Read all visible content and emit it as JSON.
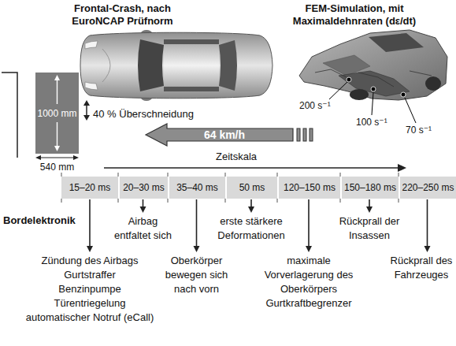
{
  "diagram": {
    "nodes": [
      {
        "text": [
          "1000 mm"
        ]
      },
      {
        "text": [
          "15–20 ms"
        ]
      },
      {
        "text": [
          "20–30 ms"
        ]
      },
      {
        "text": [
          "35–40 ms"
        ]
      },
      {
        "text": [
          "50 ms"
        ]
      },
      {
        "text": [
          "120–150 ms"
        ]
      },
      {
        "text": [
          "150–180 ms"
        ]
      },
      {
        "text": [
          "220–250 ms"
        ]
      },
      {
        "text": [
          "Zündung des Airbags",
          "Gurtstraffer",
          "Benzinpumpe",
          "Türentriegelung",
          "automatischer Notruf (eCall)"
        ]
      },
      {
        "text": [
          "Airbag entfaltet sich"
        ]
      },
      {
        "text": [
          "Oberkörper bewegen sich nach vorn"
        ]
      },
      {
        "text": [
          "erste stärkere Deformationen"
        ]
      },
      {
        "text": [
          "maximale Vorverlagerung des Oberkörpers",
          "Gurtkraftbegrenzer"
        ]
      },
      {
        "text": [
          "Rückprall der Insassen"
        ]
      },
      {
        "text": [
          "Rückprall des Fahrzeuges"
        ]
      }
    ],
    "edges": [
      {
        "from": 1,
        "to": 8,
        "arrow": "to"
      },
      {
        "from": 2,
        "to": 9,
        "arrow": "to"
      },
      {
        "from": 3,
        "to": 10,
        "arrow": "to"
      },
      {
        "from": 4,
        "to": 11,
        "arrow": "to"
      },
      {
        "from": 5,
        "to": 12,
        "arrow": "to"
      },
      {
        "from": 6,
        "to": 13,
        "arrow": "to"
      },
      {
        "from": 7,
        "to": 14,
        "arrow": "to"
      }
    ],
    "labels": [
      "Frontal-Crash, nach EuroNCAP Prüfnorm",
      "FEM-Simulation, mit Maximaldehnraten (dε/dt)",
      "40 % Überschneidung",
      "64 km/h",
      "540 mm",
      "200 s⁻¹",
      "100 s⁻¹",
      "70 s⁻¹",
      "Zeitskala",
      "Bordelektronik"
    ]
  }
}
